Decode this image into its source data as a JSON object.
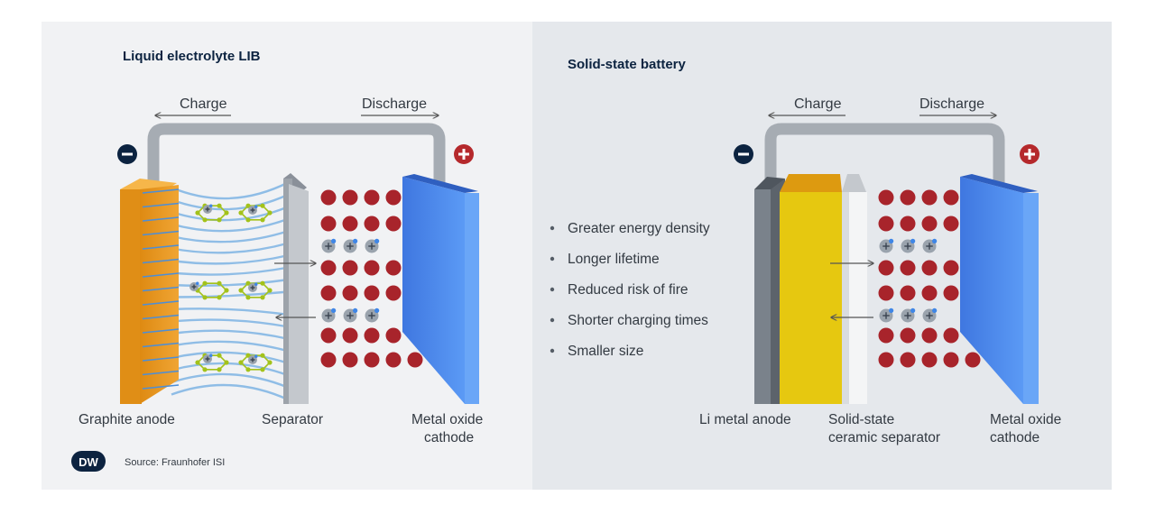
{
  "left_panel": {
    "title": "Liquid electrolyte LIB",
    "charge_label": "Charge",
    "discharge_label": "Discharge",
    "anode_label": "Graphite anode",
    "separator_label": "Separator",
    "cathode_label_line1": "Metal oxide",
    "cathode_label_line2": "cathode"
  },
  "right_panel": {
    "title": "Solid-state battery",
    "charge_label": "Charge",
    "discharge_label": "Discharge",
    "anode_label": "Li metal anode",
    "separator_label_line1": "Solid-state",
    "separator_label_line2": "ceramic separator",
    "cathode_label_line1": "Metal oxide",
    "cathode_label_line2": "cathode",
    "advantages": [
      "Greater energy density",
      "Longer lifetime",
      "Reduced risk of fire",
      "Shorter charging times",
      "Smaller size"
    ]
  },
  "footer": {
    "logo_text": "DW",
    "source": "Source: Fraunhofer ISI"
  },
  "colors": {
    "left_bg": "#f1f2f4",
    "right_bg": "#e5e8ec",
    "minus_terminal": "#0c2340",
    "plus_terminal": "#b5292c",
    "anode_orange": "#e8951c",
    "cathode_blue": "#4e8ef0",
    "separator_gray": "#c4c8cd",
    "ion_red": "#a8242b",
    "li_metal": "#6c737b",
    "solid_electrolyte": "#e6c810",
    "electrolyte_lines": "#8fbde6",
    "graphite_green": "#a3c21a"
  },
  "icons": [
    "minus-terminal-icon",
    "plus-terminal-icon",
    "lithium-ion-icon",
    "dw-logo"
  ]
}
